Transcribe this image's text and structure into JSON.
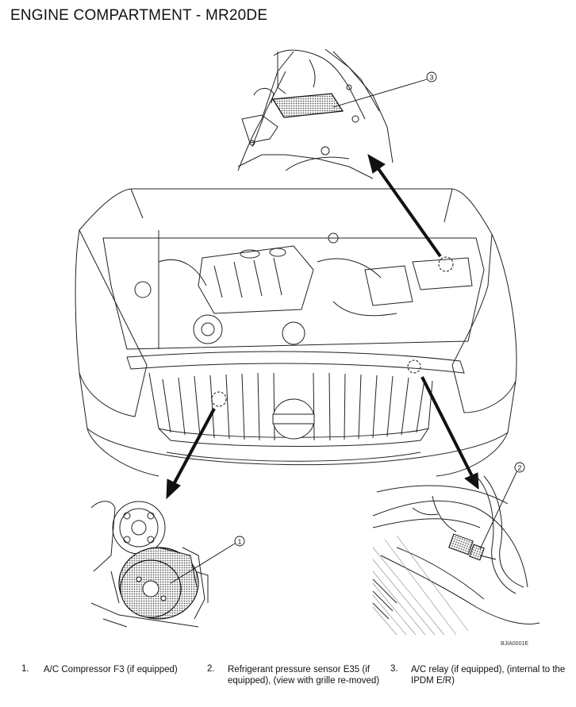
{
  "title": "ENGINE COMPARTMENT - MR20DE",
  "figure_code": "BJIA0001E",
  "callouts": [
    "1",
    "2",
    "3"
  ],
  "legend": [
    {
      "num": "1.",
      "text": "A/C Compressor F3 (if equipped)"
    },
    {
      "num": "2.",
      "text": "Refrigerant pressure sensor E35 (if equipped), (view with grille re-moved)"
    },
    {
      "num": "3.",
      "text": "A/C relay (if equipped), (internal to the IPDM E/R)"
    }
  ]
}
